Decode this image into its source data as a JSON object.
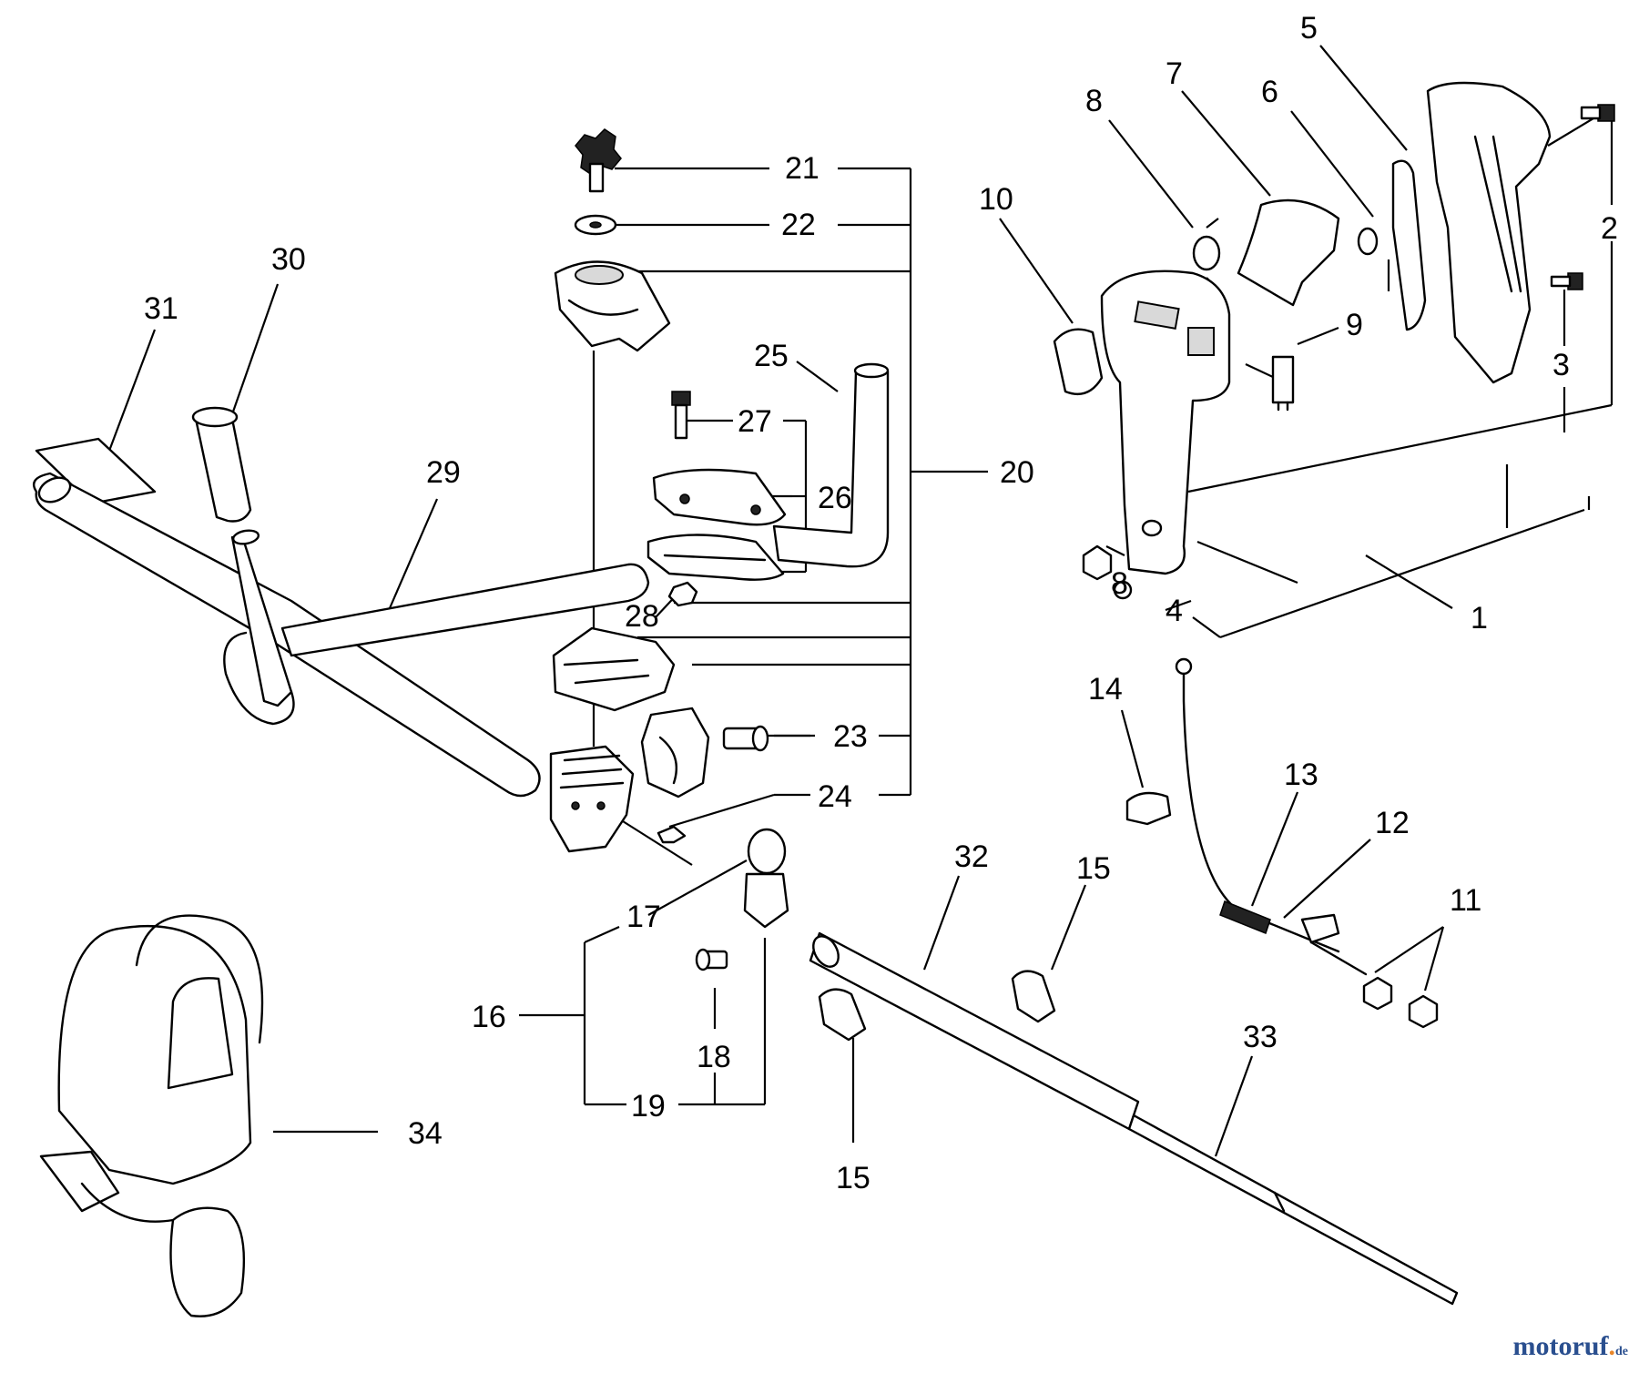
{
  "diagram": {
    "callouts": [
      "1",
      "2",
      "3",
      "4",
      "5",
      "6",
      "7",
      "8",
      "9",
      "10",
      "11",
      "12",
      "13",
      "14",
      "15",
      "15",
      "16",
      "17",
      "18",
      "19",
      "20",
      "21",
      "22",
      "23",
      "24",
      "25",
      "26",
      "27",
      "28",
      "29",
      "30",
      "31",
      "32",
      "33",
      "34",
      "8"
    ]
  },
  "watermark": {
    "brand": "motoruf",
    "tld": "de"
  }
}
